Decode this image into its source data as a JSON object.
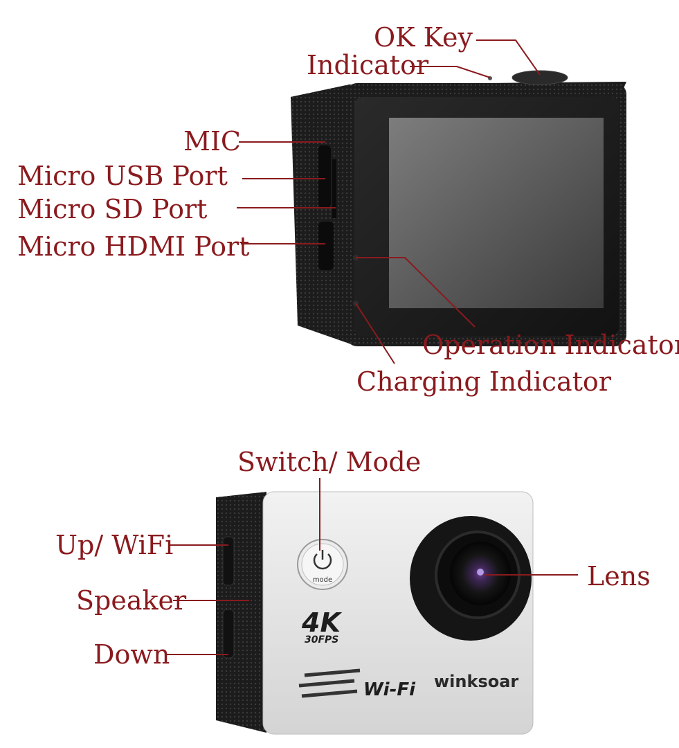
{
  "top_view": {
    "labels": {
      "ok_key": "OK Key",
      "indicator": "Indicator",
      "mic": "MIC",
      "micro_usb": "Micro USB Port",
      "micro_sd": "Micro SD Port",
      "micro_hdmi": "Micro HDMI Port",
      "operation_indicator": "Operation Indicator",
      "charging_indicator": "Charging Indicator"
    }
  },
  "front_view": {
    "labels": {
      "switch_mode": "Switch/ Mode",
      "up_wifi": "Up/ WiFi",
      "speaker": "Speaker",
      "down": "Down",
      "lens": "Lens"
    },
    "branding": {
      "power_button_text": "mode",
      "resolution": "4K",
      "fps": "30FPS",
      "wifi": "Wi-Fi",
      "brand": "winksoar"
    }
  },
  "colors": {
    "label_text": "#8a1a1e",
    "camera_black": "#1e1e1e",
    "camera_silver": "#e6e6e6"
  }
}
